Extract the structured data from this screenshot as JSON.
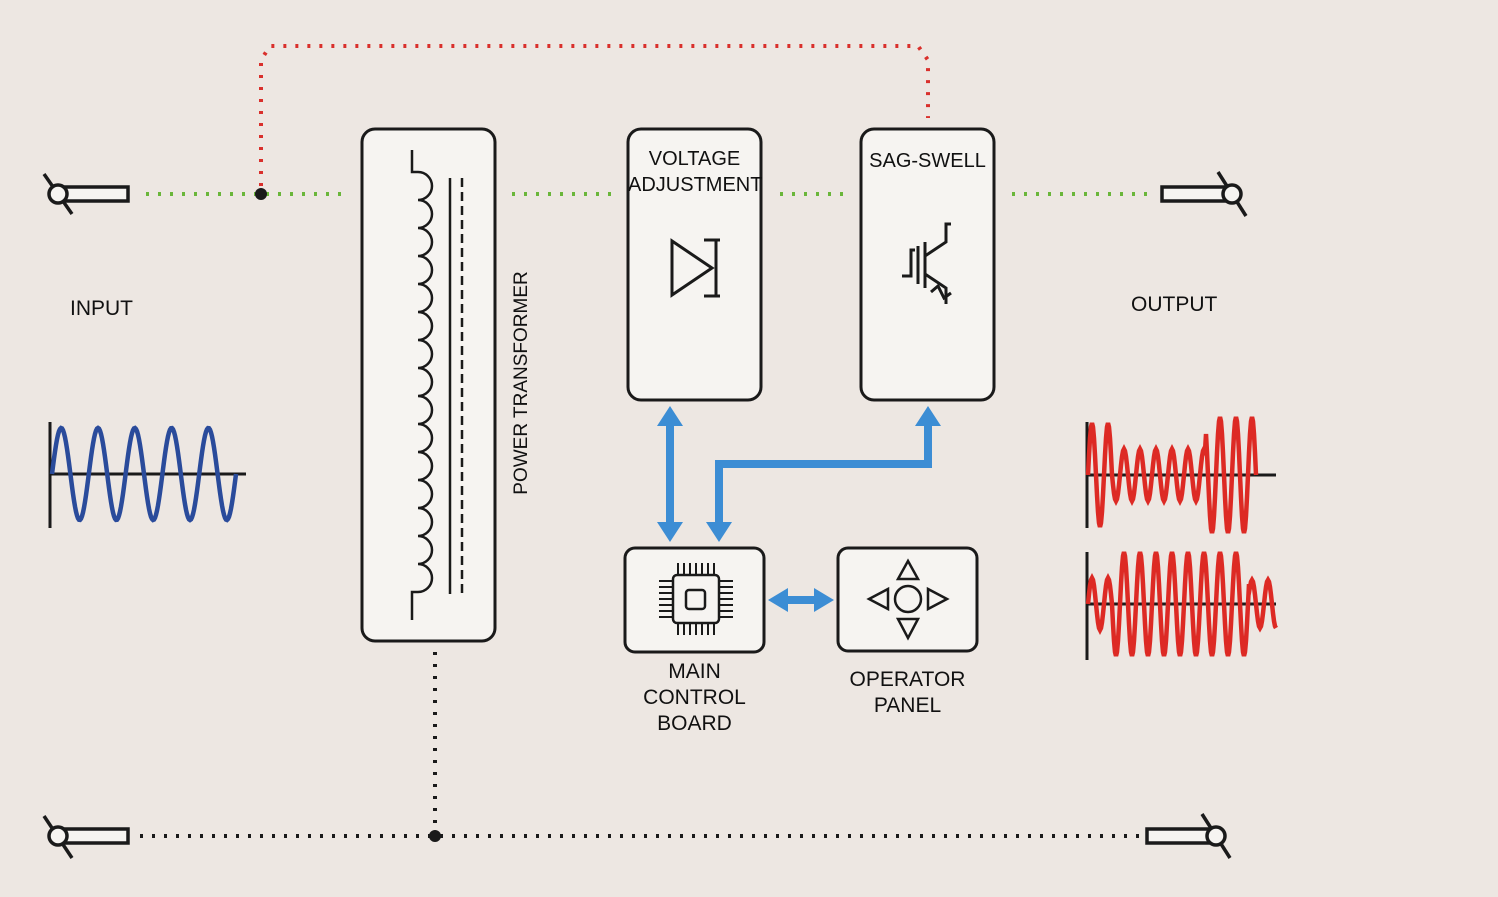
{
  "labels": {
    "input": "INPUT",
    "output": "OUTPUT",
    "power_transformer": "POWER TRANSFORMER",
    "voltage_adjustment": [
      "VOLTAGE",
      "ADJUSTMENT"
    ],
    "sag_swell": "SAG-SWELL",
    "main_control_board": [
      "MAIN",
      "CONTROL",
      "BOARD"
    ],
    "operator_panel": [
      "OPERATOR",
      "PANEL"
    ]
  },
  "colors": {
    "background": "#ede7e2",
    "block_fill": "#f6f4f1",
    "outline": "#1a1a1a",
    "live_line": "#6ab63a",
    "bypass_line": "#d9302c",
    "neutral_line": "#1a1a1a",
    "control_arrow": "#3c8dd4",
    "input_wave": "#2a4b9b",
    "output_wave": "#dd2a24"
  },
  "icons": {
    "voltage_adjustment": "diode-icon",
    "sag_swell": "igbt-transistor-icon",
    "main_control_board": "microchip-icon",
    "operator_panel": "direction-pad-icon"
  }
}
